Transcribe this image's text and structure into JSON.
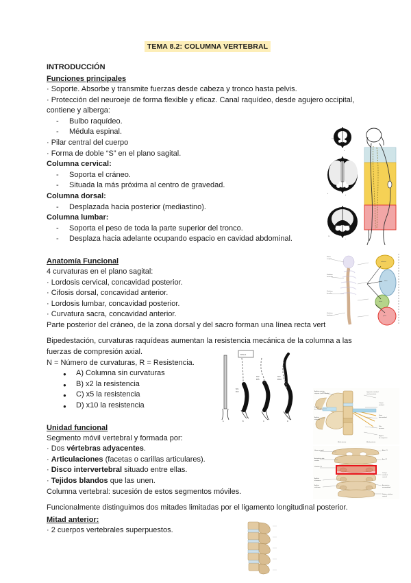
{
  "document": {
    "title": "TEMA 8.2: COLUMNA VERTEBRAL",
    "section_intro": "INTRODUCCIÓN",
    "sub_funciones": "Funciones principales",
    "funciones_lines": [
      "· Soporte. Absorbe y transmite fuerzas desde cabeza y tronco hasta pelvis.",
      "· Protección del neuroeje de forma flexible y eficaz. Canal raquídeo, desde agujero occipital, contiene y alberga:"
    ],
    "funciones_dashes": [
      "Bulbo raquídeo.",
      "Médula espinal."
    ],
    "funciones_lines2": [
      "· Pilar central del cuerpo",
      "· Forma de doble “S” en el plano sagital."
    ],
    "cervical_head": "Columna cervical:",
    "cervical_items": [
      "Soporta el cráneo.",
      "Situada la más próxima al centro de gravedad."
    ],
    "dorsal_head": "Columna dorsal:",
    "dorsal_items": [
      "Desplazada hacia posterior (mediastino)."
    ],
    "lumbar_head": "Columna lumbar:",
    "lumbar_items": [
      "Soporta el peso de toda la parte superior del tronco.",
      "Desplaza hacia adelante ocupando espacio en cavidad abdominal."
    ],
    "sub_anatomia": "Anatomía Funcional",
    "anatomia_intro": "4 curvaturas en el plano sagital:",
    "anatomia_lines": [
      "· Lordosis cervical, concavidad posterior.",
      "· Cifosis dorsal, concavidad anterior.",
      "· Lordosis lumbar, concavidad posterior.",
      "· Curvatura sacra, concavidad anterior."
    ],
    "anatomia_close": "Parte posterior del cráneo, de la zona dorsal y del sacro forman una línea recta vertical.",
    "bipedestacion": "Bipedestación, curvaturas raquídeas aumentan la resistencia mecánica de la columna a las fuerzas de compresión axial.",
    "formula": "N = Número de curvaturas, R = Resistencia.",
    "resistencia_items": [
      "A) Columna sin curvaturas",
      "B) x2 la resistencia",
      "C) x5 la resistencia",
      "D) x10 la resistencia"
    ],
    "sub_unidad": "Unidad funcional",
    "unidad_intro": "Segmento móvil vertebral y formada por:",
    "unidad_items": [
      {
        "prefix": "· Dos ",
        "bold": "vértebras adyacentes",
        "suffix": "."
      },
      {
        "prefix": "· ",
        "bold": "Articulaciones",
        "suffix": " (facetas o carillas articulares)."
      },
      {
        "prefix": "· ",
        "bold": "Disco intervertebral",
        "suffix": " situado entre ellas."
      },
      {
        "prefix": "· ",
        "bold": "Tejidos blandos",
        "suffix": " que las unen."
      }
    ],
    "unidad_close": "Columna vertebral: sucesión de estos segmentos móviles.",
    "mitades_intro": "Funcionalmente distinguimos dos mitades limitadas por el ligamento longitudinal posterior.",
    "sub_mitad": "Mitad anterior:",
    "mitad_items": [
      " · 2 cuerpos vertebrales superpuestos."
    ]
  },
  "figures": {
    "cross_sections": {
      "caption_a": "a",
      "caption_b": "b",
      "caption_c": "c",
      "colors": {
        "cervical_band": "#cfe4e8",
        "dorsal_band": "#f5d155",
        "lumbar_band": "#f2a6a6",
        "lumbar_border": "#e03c31"
      }
    },
    "curvature_chain": {
      "colors": {
        "yellow": "#f3cf5a",
        "blue": "#bcd8e8",
        "green": "#b5d48a",
        "red": "#f3a6a6"
      }
    },
    "resistance_diagram": {
      "labels": [
        "A",
        "B",
        "C",
        "D"
      ]
    },
    "cervical_photo": {
      "highlight_color": "#e8131b"
    }
  },
  "highlight_color": "#fdeeb8"
}
